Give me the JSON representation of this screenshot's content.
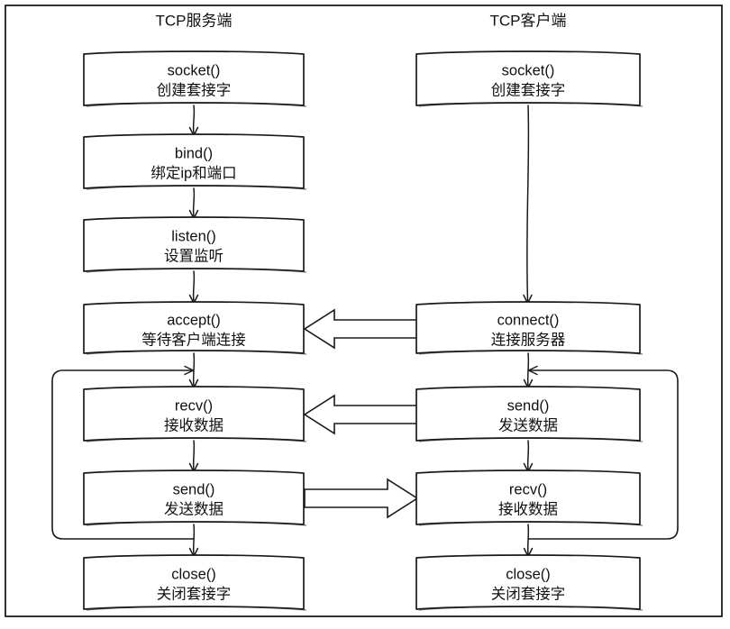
{
  "diagram": {
    "title": "TCP socket communication flow",
    "frame": {
      "visible": true,
      "color": "#000000"
    },
    "columns": [
      {
        "id": "server",
        "title": "TCP服务端"
      },
      {
        "id": "client",
        "title": "TCP客户端"
      }
    ],
    "server_nodes": [
      {
        "id": "server-socket",
        "fn": "socket()",
        "desc": "创建套接字"
      },
      {
        "id": "server-bind",
        "fn": "bind()",
        "desc": "绑定ip和端口"
      },
      {
        "id": "server-listen",
        "fn": "listen()",
        "desc": "设置监听"
      },
      {
        "id": "server-accept",
        "fn": "accept()",
        "desc": "等待客户端连接"
      },
      {
        "id": "server-recv",
        "fn": "recv()",
        "desc": "接收数据"
      },
      {
        "id": "server-send",
        "fn": "send()",
        "desc": "发送数据"
      },
      {
        "id": "server-close",
        "fn": "close()",
        "desc": "关闭套接字"
      }
    ],
    "client_nodes": [
      {
        "id": "client-socket",
        "fn": "socket()",
        "desc": "创建套接字"
      },
      {
        "id": "client-connect",
        "fn": "connect()",
        "desc": "连接服务器"
      },
      {
        "id": "client-send",
        "fn": "send()",
        "desc": "发送数据"
      },
      {
        "id": "client-recv",
        "fn": "recv()",
        "desc": "接收数据"
      },
      {
        "id": "client-close",
        "fn": "close()",
        "desc": "关闭套接字"
      }
    ],
    "cross_arrows": [
      {
        "id": "connect-to-accept",
        "direction": "left",
        "from": "client-connect",
        "to": "server-accept"
      },
      {
        "id": "clientsend-to-serverrecv",
        "direction": "left",
        "from": "client-send",
        "to": "server-recv"
      },
      {
        "id": "serversend-to-clientrecv",
        "direction": "right",
        "from": "server-send",
        "to": "client-recv"
      }
    ],
    "loops": [
      {
        "id": "server-loop",
        "side": "left",
        "from": "server-send",
        "to": "server-recv"
      },
      {
        "id": "client-loop",
        "side": "right",
        "from": "client-recv",
        "to": "client-send"
      }
    ]
  }
}
